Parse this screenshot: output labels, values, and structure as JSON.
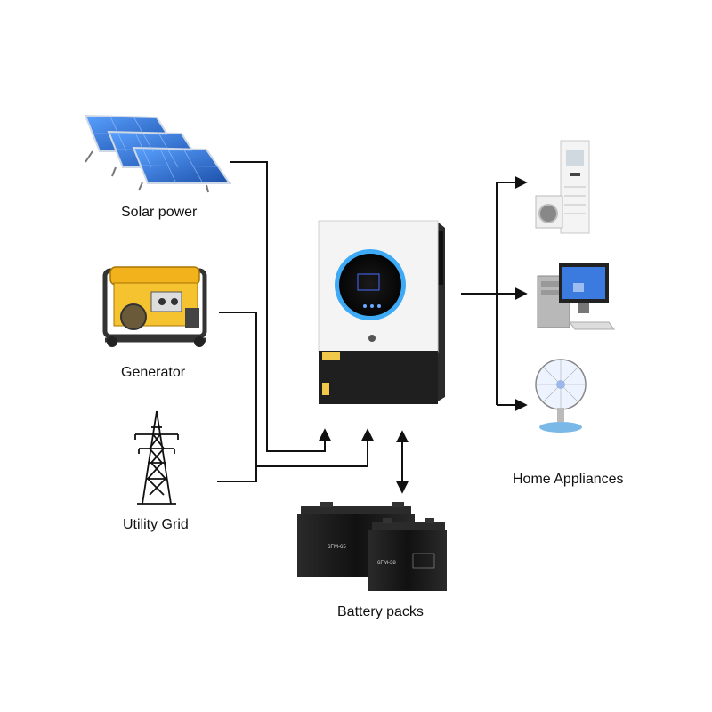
{
  "sources": {
    "solar": {
      "label": "Solar power",
      "icon": "solar-panel-icon"
    },
    "generator": {
      "label": "Generator",
      "icon": "generator-icon"
    },
    "grid": {
      "label": "Utility Grid",
      "icon": "power-tower-icon"
    }
  },
  "battery": {
    "label": "Battery packs",
    "icon": "battery-icon",
    "model_a": "6FM-65",
    "model_b": "6FM-38"
  },
  "appliances": {
    "label": "Home Appliances",
    "items": [
      {
        "icon": "air-conditioner-icon"
      },
      {
        "icon": "desktop-computer-icon"
      },
      {
        "icon": "electric-fan-icon"
      }
    ]
  },
  "inverter": {
    "icon": "hybrid-inverter-icon"
  },
  "colors": {
    "line": "#111111",
    "panel": "#2f6fd1",
    "generator": "#f2b21b",
    "inverter_body": "#f4f4f4",
    "inverter_base": "#1f1f1f",
    "ring": "#3ea9f5"
  }
}
